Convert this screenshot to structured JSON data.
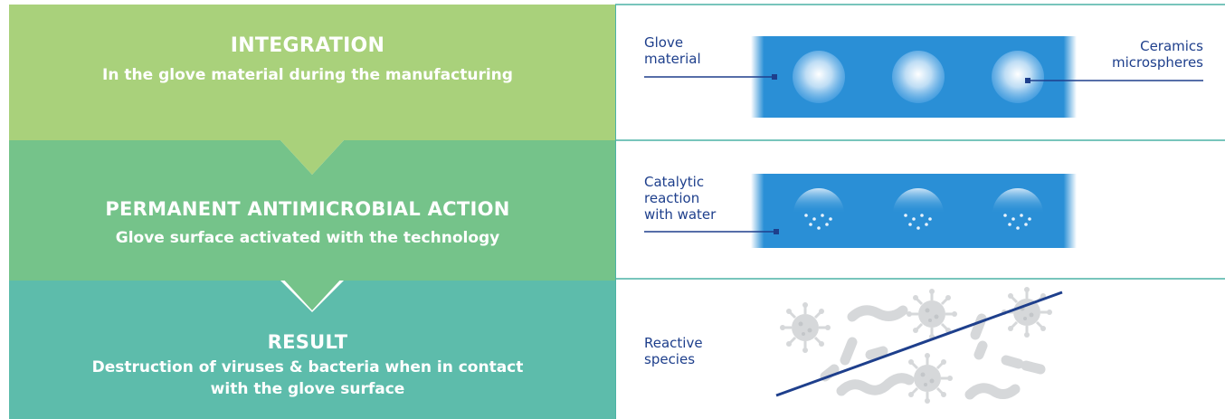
{
  "stages": [
    {
      "title": "INTEGRATION",
      "description": "In the glove material during the manufacturing"
    },
    {
      "title": "PERMANENT ANTIMICROBIAL ACTION",
      "description": "Glove surface activated with the technology"
    },
    {
      "title": "RESULT",
      "description": "Destruction of viruses & bacteria when in contact\nwith the glove surface"
    }
  ],
  "labels": {
    "glove_material": "Glove\nmaterial",
    "ceramics": "Ceramics\nmicrospheres",
    "catalytic": "Catalytic\nreaction\nwith water",
    "reactive": "Reactive\nspecies"
  },
  "colors": {
    "stage1": "#a9d17b",
    "stage2": "#75c38a",
    "stage3": "#5dbcab",
    "divider": "#4bb2a6",
    "material_blue": "#2a8fd6",
    "label_blue": "#1e3f8c",
    "microbe_gray": "#d6d8da"
  },
  "icons": [
    "ceramic-microsphere-icon",
    "virus-icon",
    "bacteria-icon"
  ]
}
